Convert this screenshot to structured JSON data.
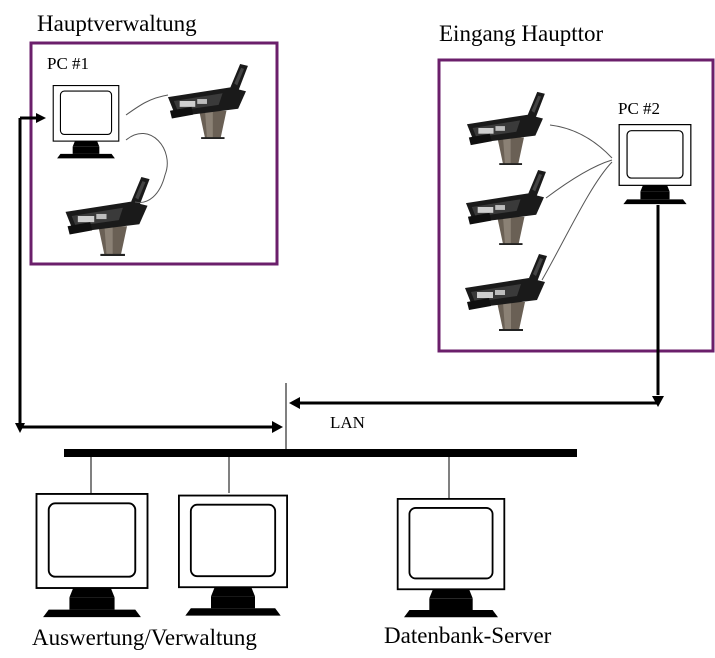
{
  "labels": {
    "hauptverwaltung": "Hauptverwaltung",
    "eingang_haupttor": "Eingang Haupttor",
    "pc1": "PC #1",
    "pc2": "PC #2",
    "lan": "LAN",
    "auswertung_verwaltung": "Auswertung/Verwaltung",
    "datenbank_server": "Datenbank-Server"
  },
  "colors": {
    "group_border": "#6b1f6b",
    "line": "#000000",
    "monitor_fill": "#ffffff",
    "scanner_body": "#1a1a1a",
    "scanner_stand": "#6a6055"
  },
  "icons": {
    "workstation": "crt-monitor-icon",
    "terminal": "card-terminal-icon"
  }
}
